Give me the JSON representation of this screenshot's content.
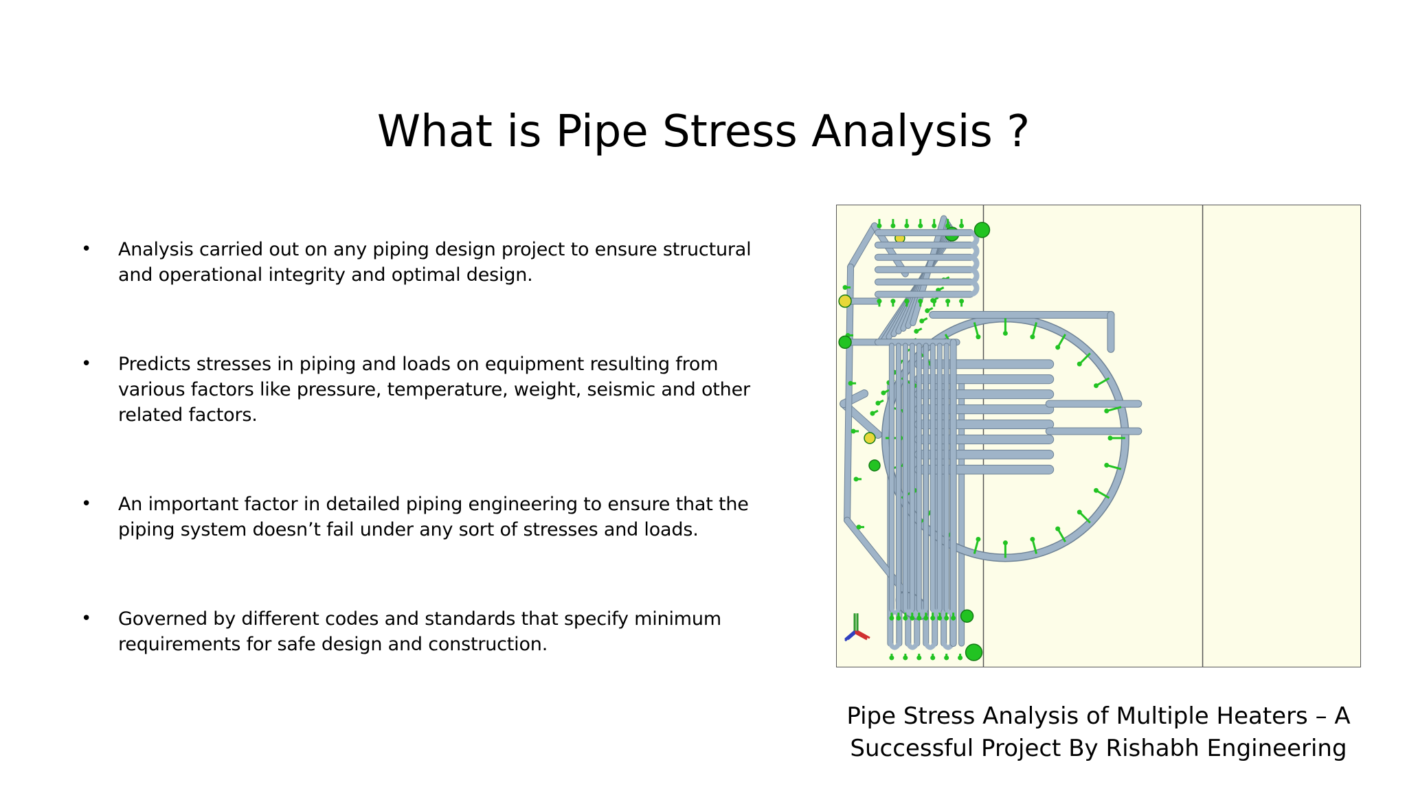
{
  "slide": {
    "title": "What is Pipe Stress Analysis ?",
    "bullet_symbol": "•",
    "bullets": [
      "Analysis carried out on any piping design project to ensure structural and operational integrity and optimal design.",
      "Predicts stresses in piping and loads on equipment resulting from various factors like pressure, temperature, weight, seismic and other related factors.",
      "An important factor in detailed piping engineering to ensure that the piping system doesn’t fail under any sort of stresses and loads.",
      "Governed by different codes and standards that specify minimum requirements for safe design and construction."
    ],
    "figure": {
      "panel_background": "#fdfde8",
      "pipe_color": "#9fb4c8",
      "support_color": "#22c322",
      "nozzle_color": "#e8d83a"
    },
    "caption_line1": "Pipe Stress Analysis of Multiple Heaters – A",
    "caption_line2": "Successful Project By Rishabh Engineering"
  }
}
